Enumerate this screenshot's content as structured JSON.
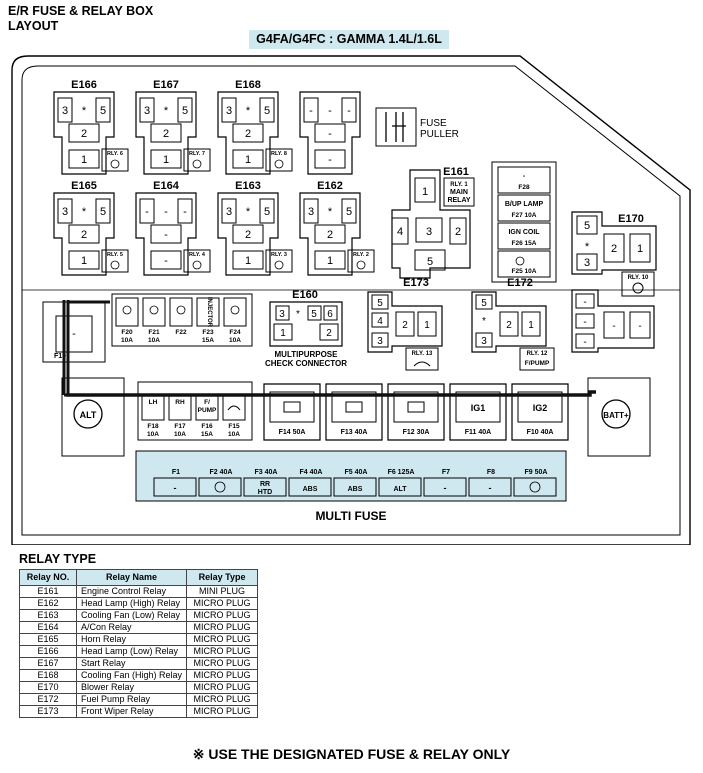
{
  "header": {
    "title_line1": "E/R FUSE & RELAY BOX",
    "title_line2": "LAYOUT",
    "engine": "G4FA/G4FC : GAMMA 1.4L/1.6L"
  },
  "relay_sockets": [
    {
      "id": "E166",
      "pins": [
        "3",
        "*",
        "5",
        "2",
        "1"
      ],
      "tag": "RLY. 6"
    },
    {
      "id": "E167",
      "pins": [
        "3",
        "*",
        "5",
        "2",
        "1"
      ],
      "tag": "RLY. 7"
    },
    {
      "id": "E168",
      "pins": [
        "3",
        "*",
        "5",
        "2",
        "1"
      ],
      "tag": "RLY. 8"
    },
    {
      "id": "",
      "pins": [
        "-",
        "-",
        "-",
        "-",
        "-"
      ],
      "tag": ""
    },
    {
      "id": "E165",
      "pins": [
        "3",
        "*",
        "5",
        "2",
        "1"
      ],
      "tag": "RLY. 5"
    },
    {
      "id": "E164",
      "pins": [
        "-",
        "-",
        "-",
        "-",
        "-"
      ],
      "tag": "RLY. 4"
    },
    {
      "id": "E163",
      "pins": [
        "3",
        "*",
        "5",
        "2",
        "1"
      ],
      "tag": "RLY. 3"
    },
    {
      "id": "E162",
      "pins": [
        "3",
        "*",
        "5",
        "2",
        "1"
      ],
      "tag": "RLY. 2"
    }
  ],
  "fuse_puller": {
    "line1": "FUSE",
    "line2": "PULLER"
  },
  "e161": {
    "id": "E161",
    "tag": "RLY. 1",
    "name1": "MAIN",
    "name2": "RELAY",
    "pins": [
      "1",
      "4",
      "3",
      "2",
      "5"
    ]
  },
  "side_fuses": [
    {
      "label": "-",
      "name": "F28"
    },
    {
      "label": "B/UP LAMP",
      "name": "F27 10A"
    },
    {
      "label": "IGN COIL",
      "name": "F26 15A"
    },
    {
      "label": "",
      "name": "F25 10A"
    }
  ],
  "e170": {
    "id": "E170",
    "pins": [
      "5",
      "*",
      "3",
      "2",
      "1"
    ],
    "tag": "RLY. 10"
  },
  "mini_fuses": [
    {
      "name": "F20",
      "amp": "10A"
    },
    {
      "name": "F21",
      "amp": "10A"
    },
    {
      "name": "F22",
      "amp": ""
    },
    {
      "name": "F23",
      "amp": "15A",
      "label": "INJECTOR"
    },
    {
      "name": "F24",
      "amp": "10A"
    }
  ],
  "f19": {
    "label": "-",
    "name": "F19"
  },
  "e160": {
    "id": "E160",
    "pins": [
      "3",
      "*",
      "5",
      "6",
      "1",
      "2"
    ],
    "caption1": "MULTIPURPOSE",
    "caption2": "CHECK CONNECTOR"
  },
  "e173": {
    "id": "E173",
    "pins": [
      "5",
      "4",
      "3",
      "2",
      "1"
    ],
    "tag": "RLY. 13"
  },
  "e172": {
    "id": "E172",
    "pins": [
      "5",
      "*",
      "3",
      "2",
      "1"
    ],
    "tag": "RLY. 12",
    "tag2": "F/PUMP"
  },
  "e171_dash": {
    "pins": [
      "-",
      "-",
      "-",
      "-",
      "-"
    ]
  },
  "alt_terminal": "ALT",
  "batt_terminal": "BATT+",
  "lower_fuses": [
    {
      "label": "LH",
      "name": "F18",
      "amp": "10A"
    },
    {
      "label": "RH",
      "name": "F17",
      "amp": "10A"
    },
    {
      "label": "F/\nPUMP",
      "name": "F16",
      "amp": "15A"
    },
    {
      "label": "",
      "name": "F15",
      "amp": "10A"
    }
  ],
  "cartridge_fuses": [
    {
      "label": "",
      "name": "F14 50A"
    },
    {
      "label": "",
      "name": "F13 40A"
    },
    {
      "label": "",
      "name": "F12 30A"
    },
    {
      "label": "IG1",
      "name": "F11 40A"
    },
    {
      "label": "IG2",
      "name": "F10 40A"
    }
  ],
  "multi_fuse": {
    "title": "MULTI FUSE",
    "cells": [
      {
        "name": "F1",
        "label": "-"
      },
      {
        "name": "F2 40A",
        "label": ""
      },
      {
        "name": "F3 40A",
        "label": "RR\nHTD"
      },
      {
        "name": "F4 40A",
        "label": "ABS"
      },
      {
        "name": "F5 40A",
        "label": "ABS"
      },
      {
        "name": "F6 125A",
        "label": "ALT"
      },
      {
        "name": "F7",
        "label": "-"
      },
      {
        "name": "F8",
        "label": "-"
      },
      {
        "name": "F9 50A",
        "label": ""
      }
    ]
  },
  "relay_type": {
    "title": "RELAY TYPE",
    "headers": [
      "Relay NO.",
      "Relay Name",
      "Relay Type"
    ],
    "rows": [
      [
        "E161",
        "Engine Control Relay",
        "MINI PLUG"
      ],
      [
        "E162",
        "Head Lamp (High) Relay",
        "MICRO PLUG"
      ],
      [
        "E163",
        "Cooling Fan (Low) Relay",
        "MICRO PLUG"
      ],
      [
        "E164",
        "A/Con Relay",
        "MICRO PLUG"
      ],
      [
        "E165",
        "Horn Relay",
        "MICRO PLUG"
      ],
      [
        "E166",
        "Head Lamp (Low) Relay",
        "MICRO PLUG"
      ],
      [
        "E167",
        "Start Relay",
        "MICRO PLUG"
      ],
      [
        "E168",
        "Cooling Fan (High) Relay",
        "MICRO PLUG"
      ],
      [
        "E170",
        "Blower Relay",
        "MICRO PLUG"
      ],
      [
        "E172",
        "Fuel Pump Relay",
        "MICRO PLUG"
      ],
      [
        "E173",
        "Front Wiper Relay",
        "MICRO PLUG"
      ]
    ]
  },
  "notice": "※ USE THE DESIGNATED FUSE & RELAY ONLY",
  "colors": {
    "highlight": "#cfe8ef",
    "line": "#000000",
    "busbar": "#111111"
  }
}
